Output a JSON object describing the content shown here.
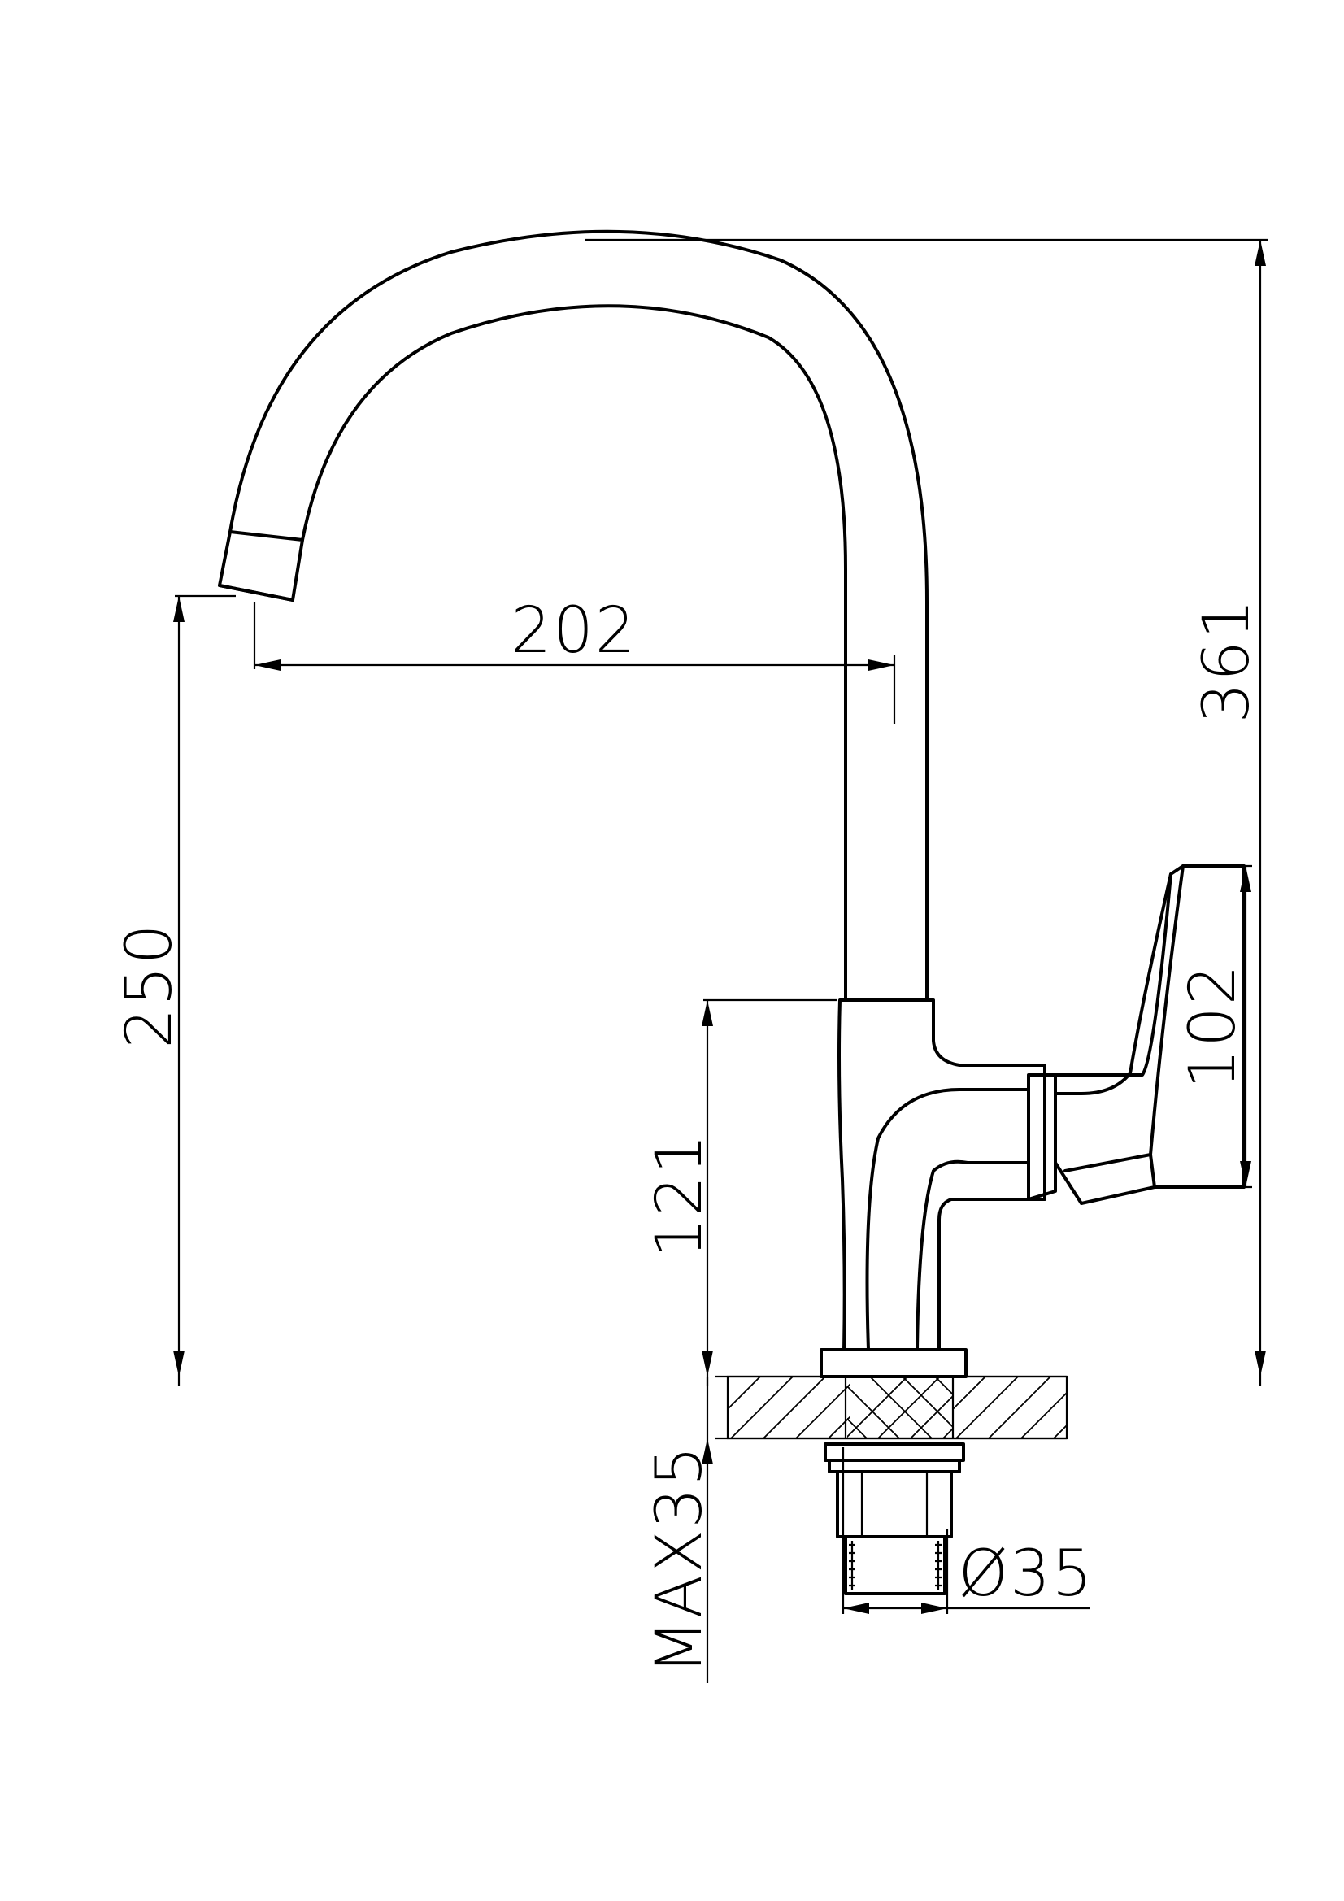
{
  "drawing": {
    "dimensions": {
      "spout_reach": "202",
      "total_height": "361",
      "spout_outlet_height": "250",
      "body_height": "121",
      "handle_height": "102",
      "max_counter_thickness": "MAX35",
      "mounting_hole_diameter": "Ø35"
    },
    "line_color": "#000000",
    "background_color": "#ffffff"
  }
}
